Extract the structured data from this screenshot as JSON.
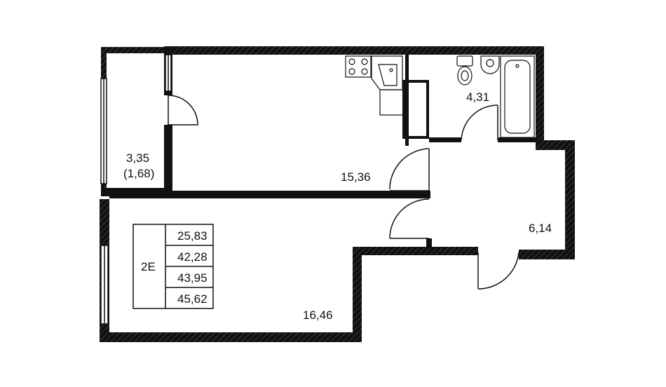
{
  "rooms": {
    "balcony": {
      "area": "3,35",
      "reduced_area": "(1,68)"
    },
    "kitchen_living": {
      "area": "15,36"
    },
    "bathroom": {
      "area": "4,31"
    },
    "hallway": {
      "area": "6,14"
    },
    "bedroom": {
      "area": "16,46"
    }
  },
  "summary_table": {
    "apartment_type": "2E",
    "values": [
      "25,83",
      "42,28",
      "43,95",
      "45,62"
    ]
  }
}
